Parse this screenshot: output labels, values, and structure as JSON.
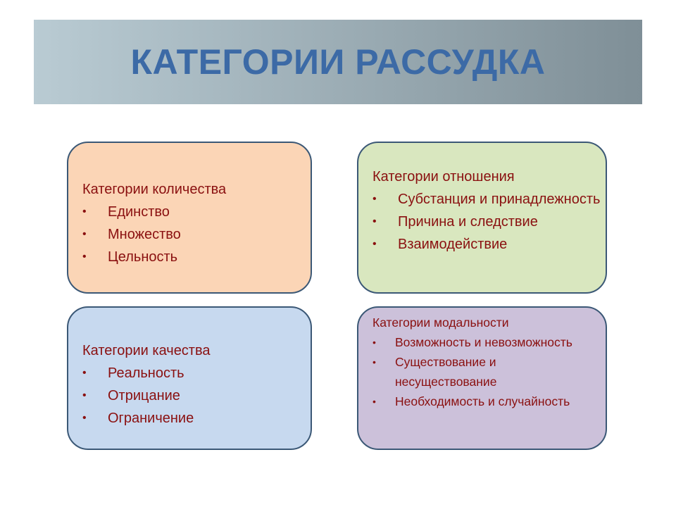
{
  "title": "КАТЕГОРИИ РАССУДКА",
  "colors": {
    "title_text": "#3c6aa6",
    "box_border": "#3b5876",
    "item_text": "#8a1010",
    "quantity_fill": "#fbd5b6",
    "relation_fill": "#d9e7bf",
    "quality_fill": "#c7d9ef",
    "modality_fill": "#ccc1da"
  },
  "bullet": "•",
  "boxes": {
    "quantity": {
      "heading": "Категории количества",
      "items": [
        "Единство",
        "Множество",
        "Цельность"
      ]
    },
    "relation": {
      "heading": "Категории отношения",
      "items": [
        "Субстанция и принадлежность",
        "Причина и следствие",
        "Взаимодействие"
      ]
    },
    "quality": {
      "heading": "Категории качества",
      "items": [
        "Реальность",
        "Отрицание",
        "Ограничение"
      ]
    },
    "modality": {
      "heading": "Категории модальности",
      "items": [
        "Возможность и невозможность",
        "Существование и несуществование",
        "Необходимость и случайность"
      ]
    }
  }
}
